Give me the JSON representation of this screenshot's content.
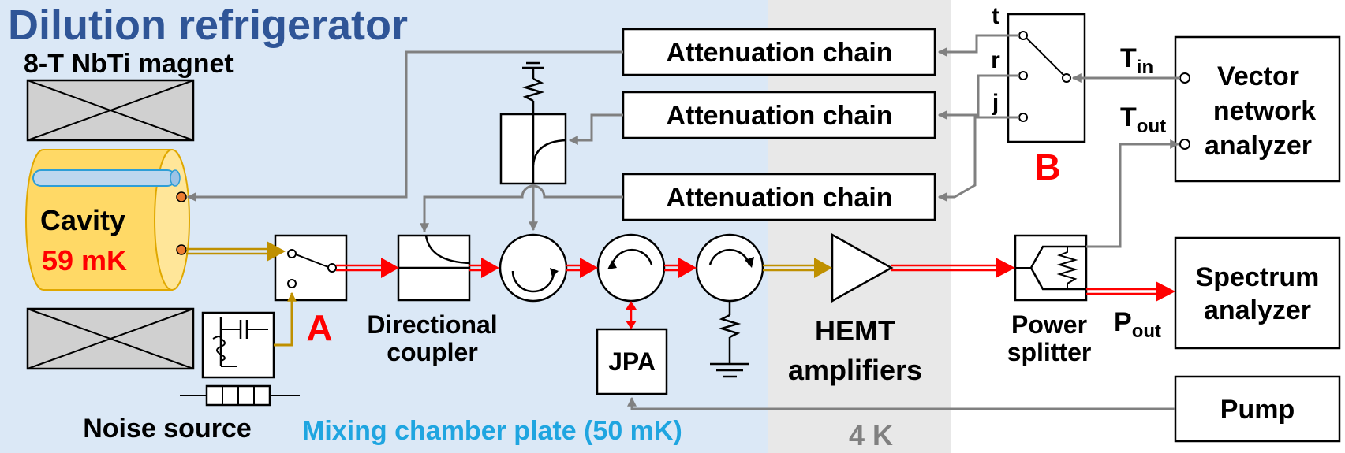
{
  "title": "Dilution refrigerator",
  "magnet_label": "8-T NbTi magnet",
  "cavity": {
    "label": "Cavity",
    "temperature": "59 mK"
  },
  "noise_source_label": "Noise source",
  "switch_a_label": "A",
  "switch_b": {
    "label": "B",
    "ports": [
      "t",
      "r",
      "j"
    ]
  },
  "attenuation_chains": [
    "Attenuation chain",
    "Attenuation chain",
    "Attenuation chain"
  ],
  "directional_coupler_label": [
    "Directional",
    "coupler"
  ],
  "jpa_label": "JPA",
  "hemt_label": [
    "HEMT",
    "amplifiers"
  ],
  "power_splitter_label": [
    "Power",
    "splitter"
  ],
  "vna": {
    "label": [
      "Vector",
      "network",
      "analyzer"
    ],
    "port_in": {
      "base": "T",
      "sub": "in"
    },
    "port_out": {
      "base": "T",
      "sub": "out"
    }
  },
  "spectrum_analyzer_label": [
    "Spectrum",
    "analyzer"
  ],
  "p_out": {
    "base": "P",
    "sub": "out"
  },
  "pump_label": "Pump",
  "mixing_chamber_label": "Mixing chamber plate (50 mK)",
  "four_k_label": "4 K",
  "colors": {
    "mixing_chamber_bg": "#dbe8f6",
    "four_k_bg": "#e8e8e8",
    "title": "#2f5597",
    "mixing_label": "#1fa5e0",
    "four_k_label": "#808080",
    "cavity_fill": "#ffd966",
    "cavity_temp": "#ff0000",
    "accent_red": "#ff0000",
    "signal_gold": "#bf9000",
    "control_gray": "#808080"
  }
}
